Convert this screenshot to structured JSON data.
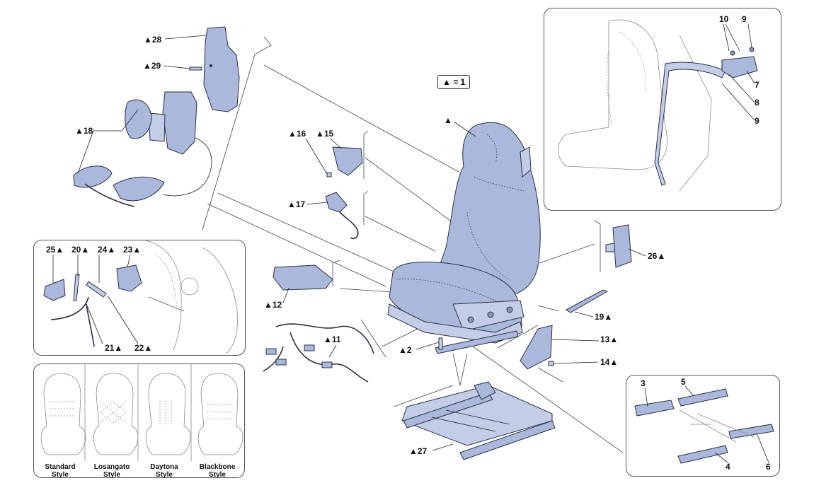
{
  "callouts": {
    "c28": "▲28",
    "c29": "▲29",
    "c18": "▲18",
    "c16": "▲16",
    "c15": "▲15",
    "c17": "▲17",
    "seat": "▲",
    "c12": "▲12",
    "c11": "▲11",
    "c2": "▲2",
    "c27": "▲27",
    "c13": "13▲",
    "c14": "14▲",
    "c19": "19▲",
    "c26": "26▲",
    "c25": "25▲",
    "c20": "20▲",
    "c24": "24▲",
    "c23": "23▲",
    "c21": "21▲",
    "c22": "22▲",
    "b10": "10",
    "b9a": "9",
    "b7": "7",
    "b8": "8",
    "b9b": "9",
    "r3": "3",
    "r5": "5",
    "r4": "4",
    "r6": "6"
  },
  "legend": "▲ = 1",
  "styles": [
    {
      "line1": "Standard",
      "line2": "Style"
    },
    {
      "line1": "Losangato",
      "line2": "Style"
    },
    {
      "line1": "Daytona",
      "line2": "Style"
    },
    {
      "line1": "Blackbone",
      "line2": "Style"
    }
  ]
}
